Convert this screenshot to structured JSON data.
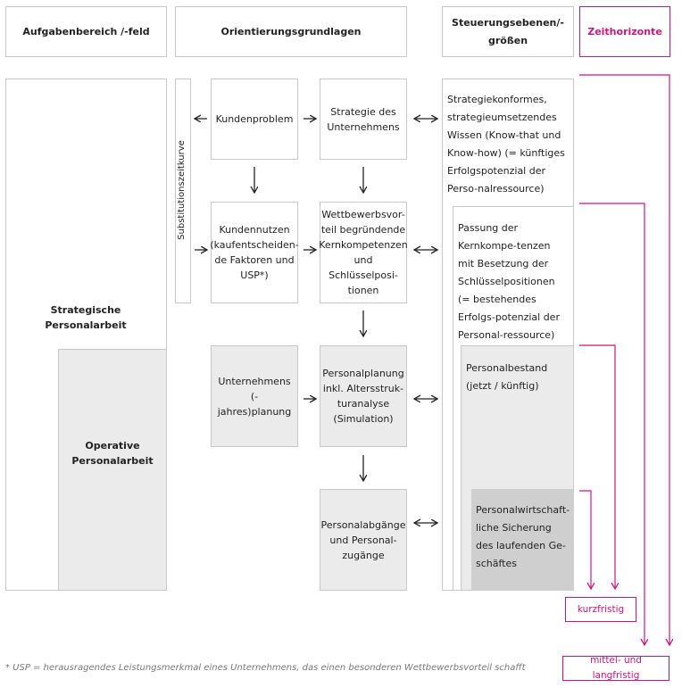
{
  "headers": {
    "col1": "Aufgabenbereich /-feld",
    "col2": "Orientierungsgrundlagen",
    "col3": "Steuerungsebenen/-größen",
    "col4": "Zeithorizonte"
  },
  "left": {
    "strategic": "Strategische Personalarbeit",
    "operative": "Operative Personalarbeit",
    "vertical": "Substitutionszeitkurve"
  },
  "boxes": {
    "kundenproblem": "Kundenproblem",
    "strategie": "Strategie des Unternehmens",
    "kundennutzen": "Kundennutzen (kaufentscheiden-de Faktoren und USP*)",
    "wettbewerb": "Wettbewerbsvor-teil begründende Kernkompetenzen und Schlüsselposi-tionen",
    "unternehmensplanung": "Unternehmens (-jahres)planung",
    "personalplanung": "Personalplanung inkl. Altersstruk-turanalyse (Simulation)",
    "abgaenge": "Personalabgänge und Personal-zugänge"
  },
  "steering": {
    "s1": "Strategiekonformes, strategieumsetzendes Wissen (Know-that und Know-how) (= künftiges Erfolgspotenzial der Perso-nalressource)",
    "s2": "Passung der Kernkompe-tenzen mit Besetzung der Schlüsselpositionen (= bestehendes Erfolgs-potenzial der Personal-ressource)",
    "s3": "Personalbestand (jetzt / künftig)",
    "s4": "Personalwirtschaft-liche Sicherung des laufenden Ge-schäftes"
  },
  "horizons": {
    "short": "kurzfristig",
    "long": "mittel- und langfristig"
  },
  "footnote": "* USP = herausragendes Leistungsmerkmal eines Unternehmens, das einen besonderen Wettbewerbsvorteil schafft",
  "colors": {
    "accent": "#c8177e",
    "border": "#c8c8c8",
    "grey": "#ebebeb",
    "dark": "#cfcfcf"
  }
}
